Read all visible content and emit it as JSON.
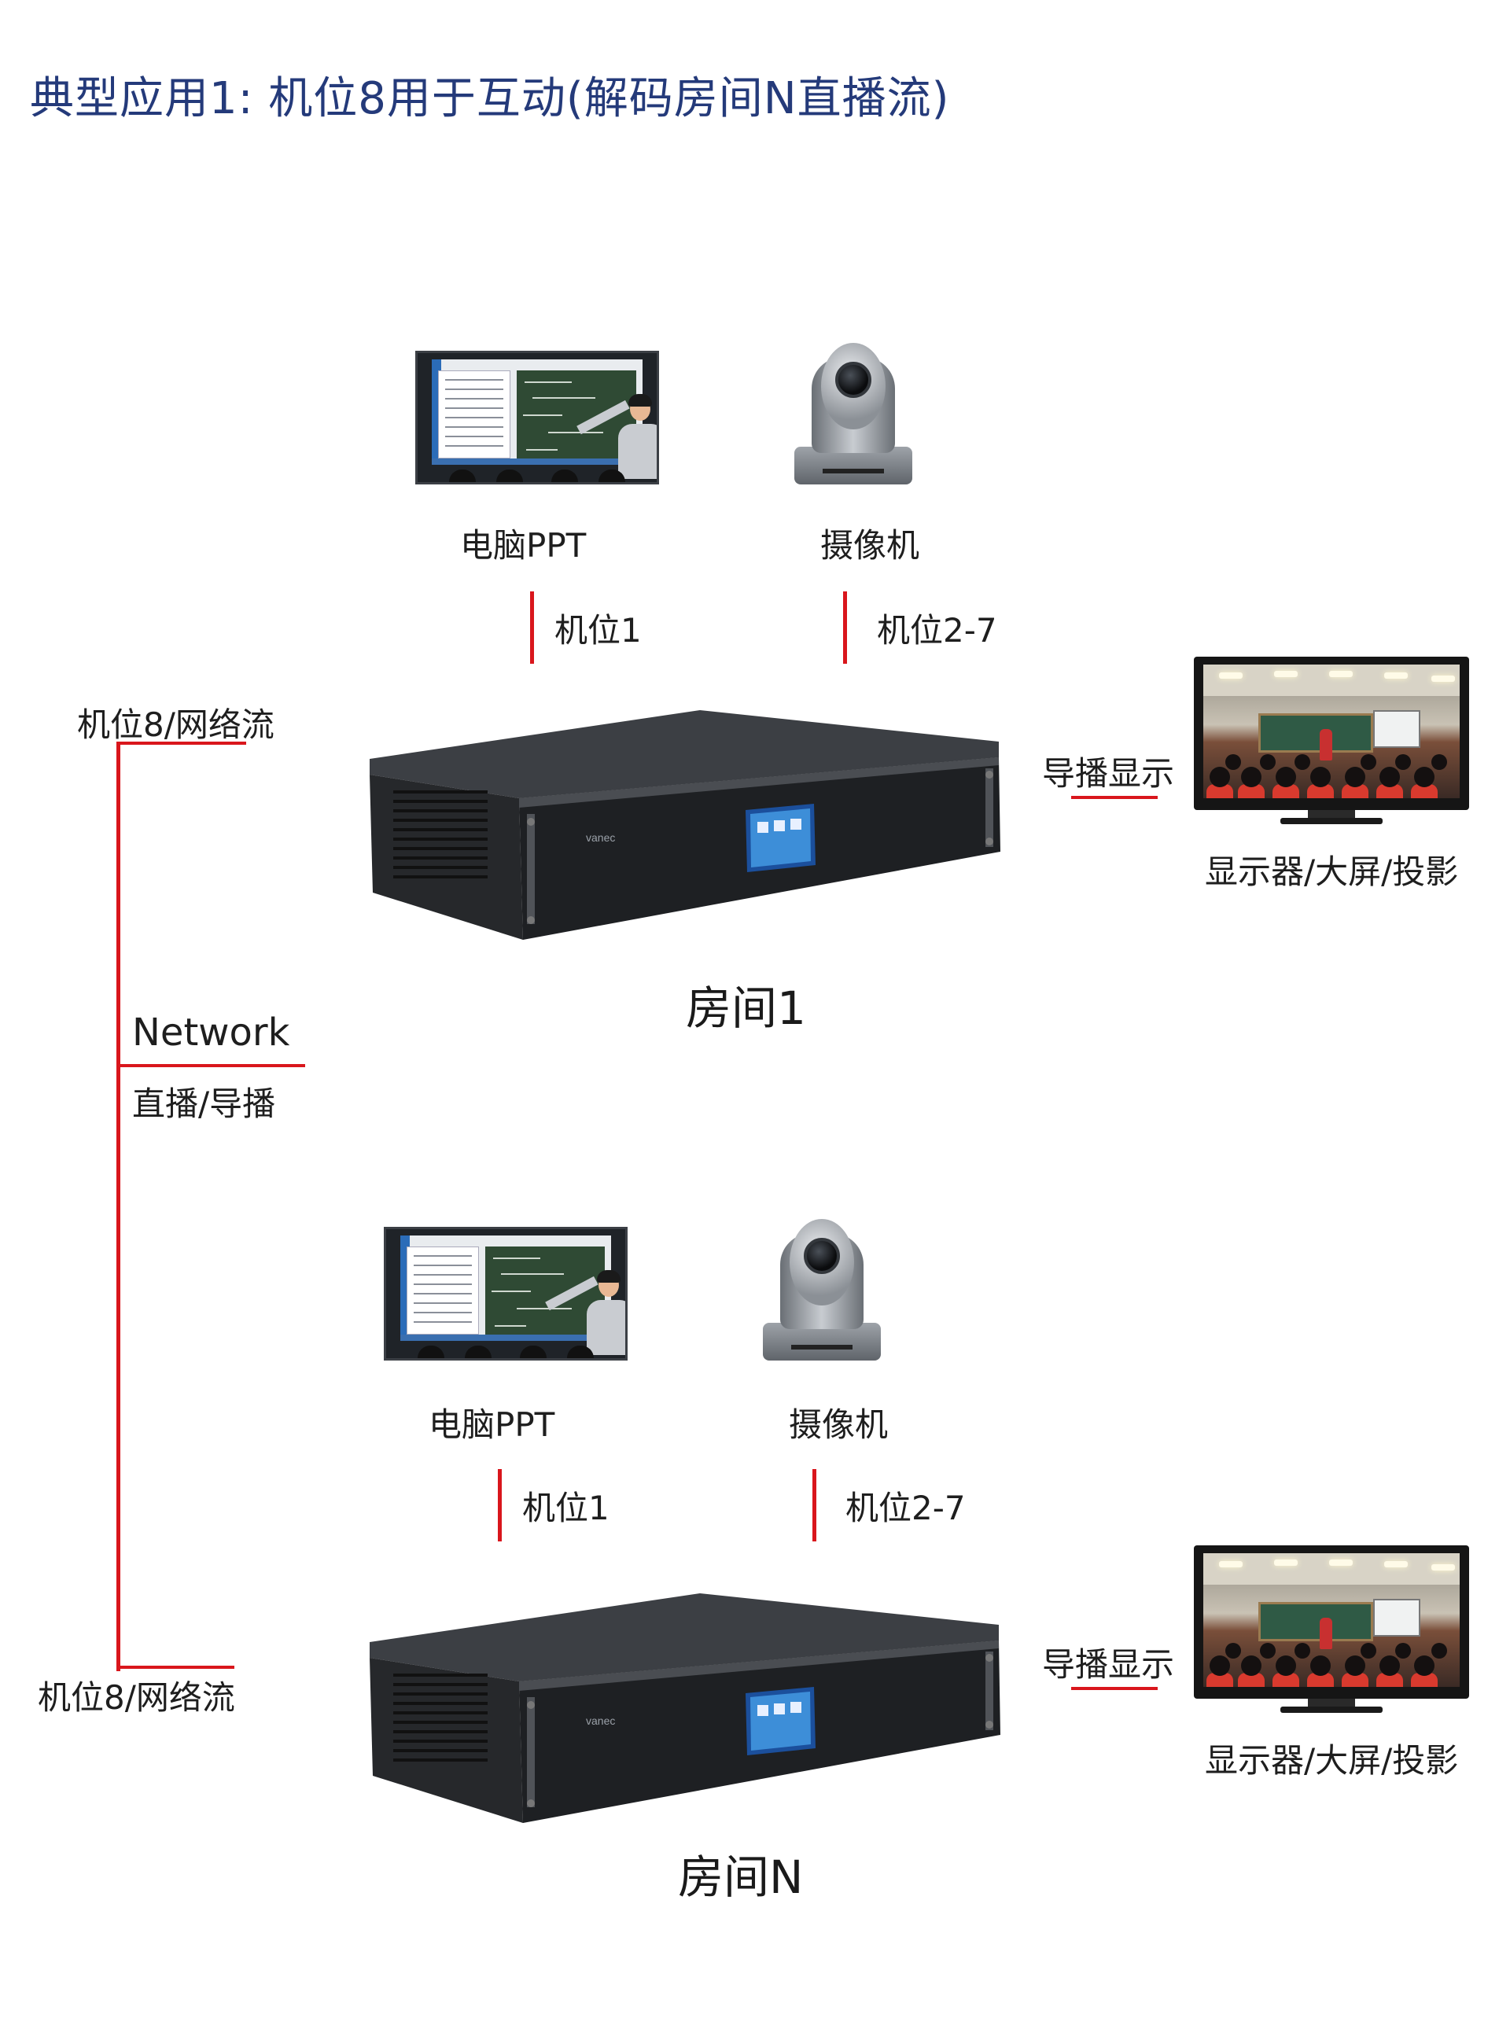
{
  "title": "典型应用1:   机位8用于互动(解码房间N直播流)",
  "network": {
    "label": "Network",
    "sublabel": "直播/导播"
  },
  "rooms": [
    {
      "name": "房间1",
      "stream_label": "机位8/网络流",
      "pc_label": "电脑PPT",
      "camera_label": "摄像机",
      "pc_channel": "机位1",
      "camera_channel": "机位2-7",
      "output_label": "导播显示",
      "display_label": "显示器/大屏/投影"
    },
    {
      "name": "房间N",
      "stream_label": "机位8/网络流",
      "pc_label": "电脑PPT",
      "camera_label": "摄像机",
      "pc_channel": "机位1",
      "camera_channel": "机位2-7",
      "output_label": "导播显示",
      "display_label": "显示器/大屏/投影"
    }
  ],
  "device": {
    "brand": "vanec"
  },
  "colors": {
    "title": "#243a7a",
    "connector": "#d9161c"
  },
  "icons": [
    "smartboard-icon",
    "ptz-camera-icon",
    "recorder-icon",
    "monitor-icon"
  ]
}
